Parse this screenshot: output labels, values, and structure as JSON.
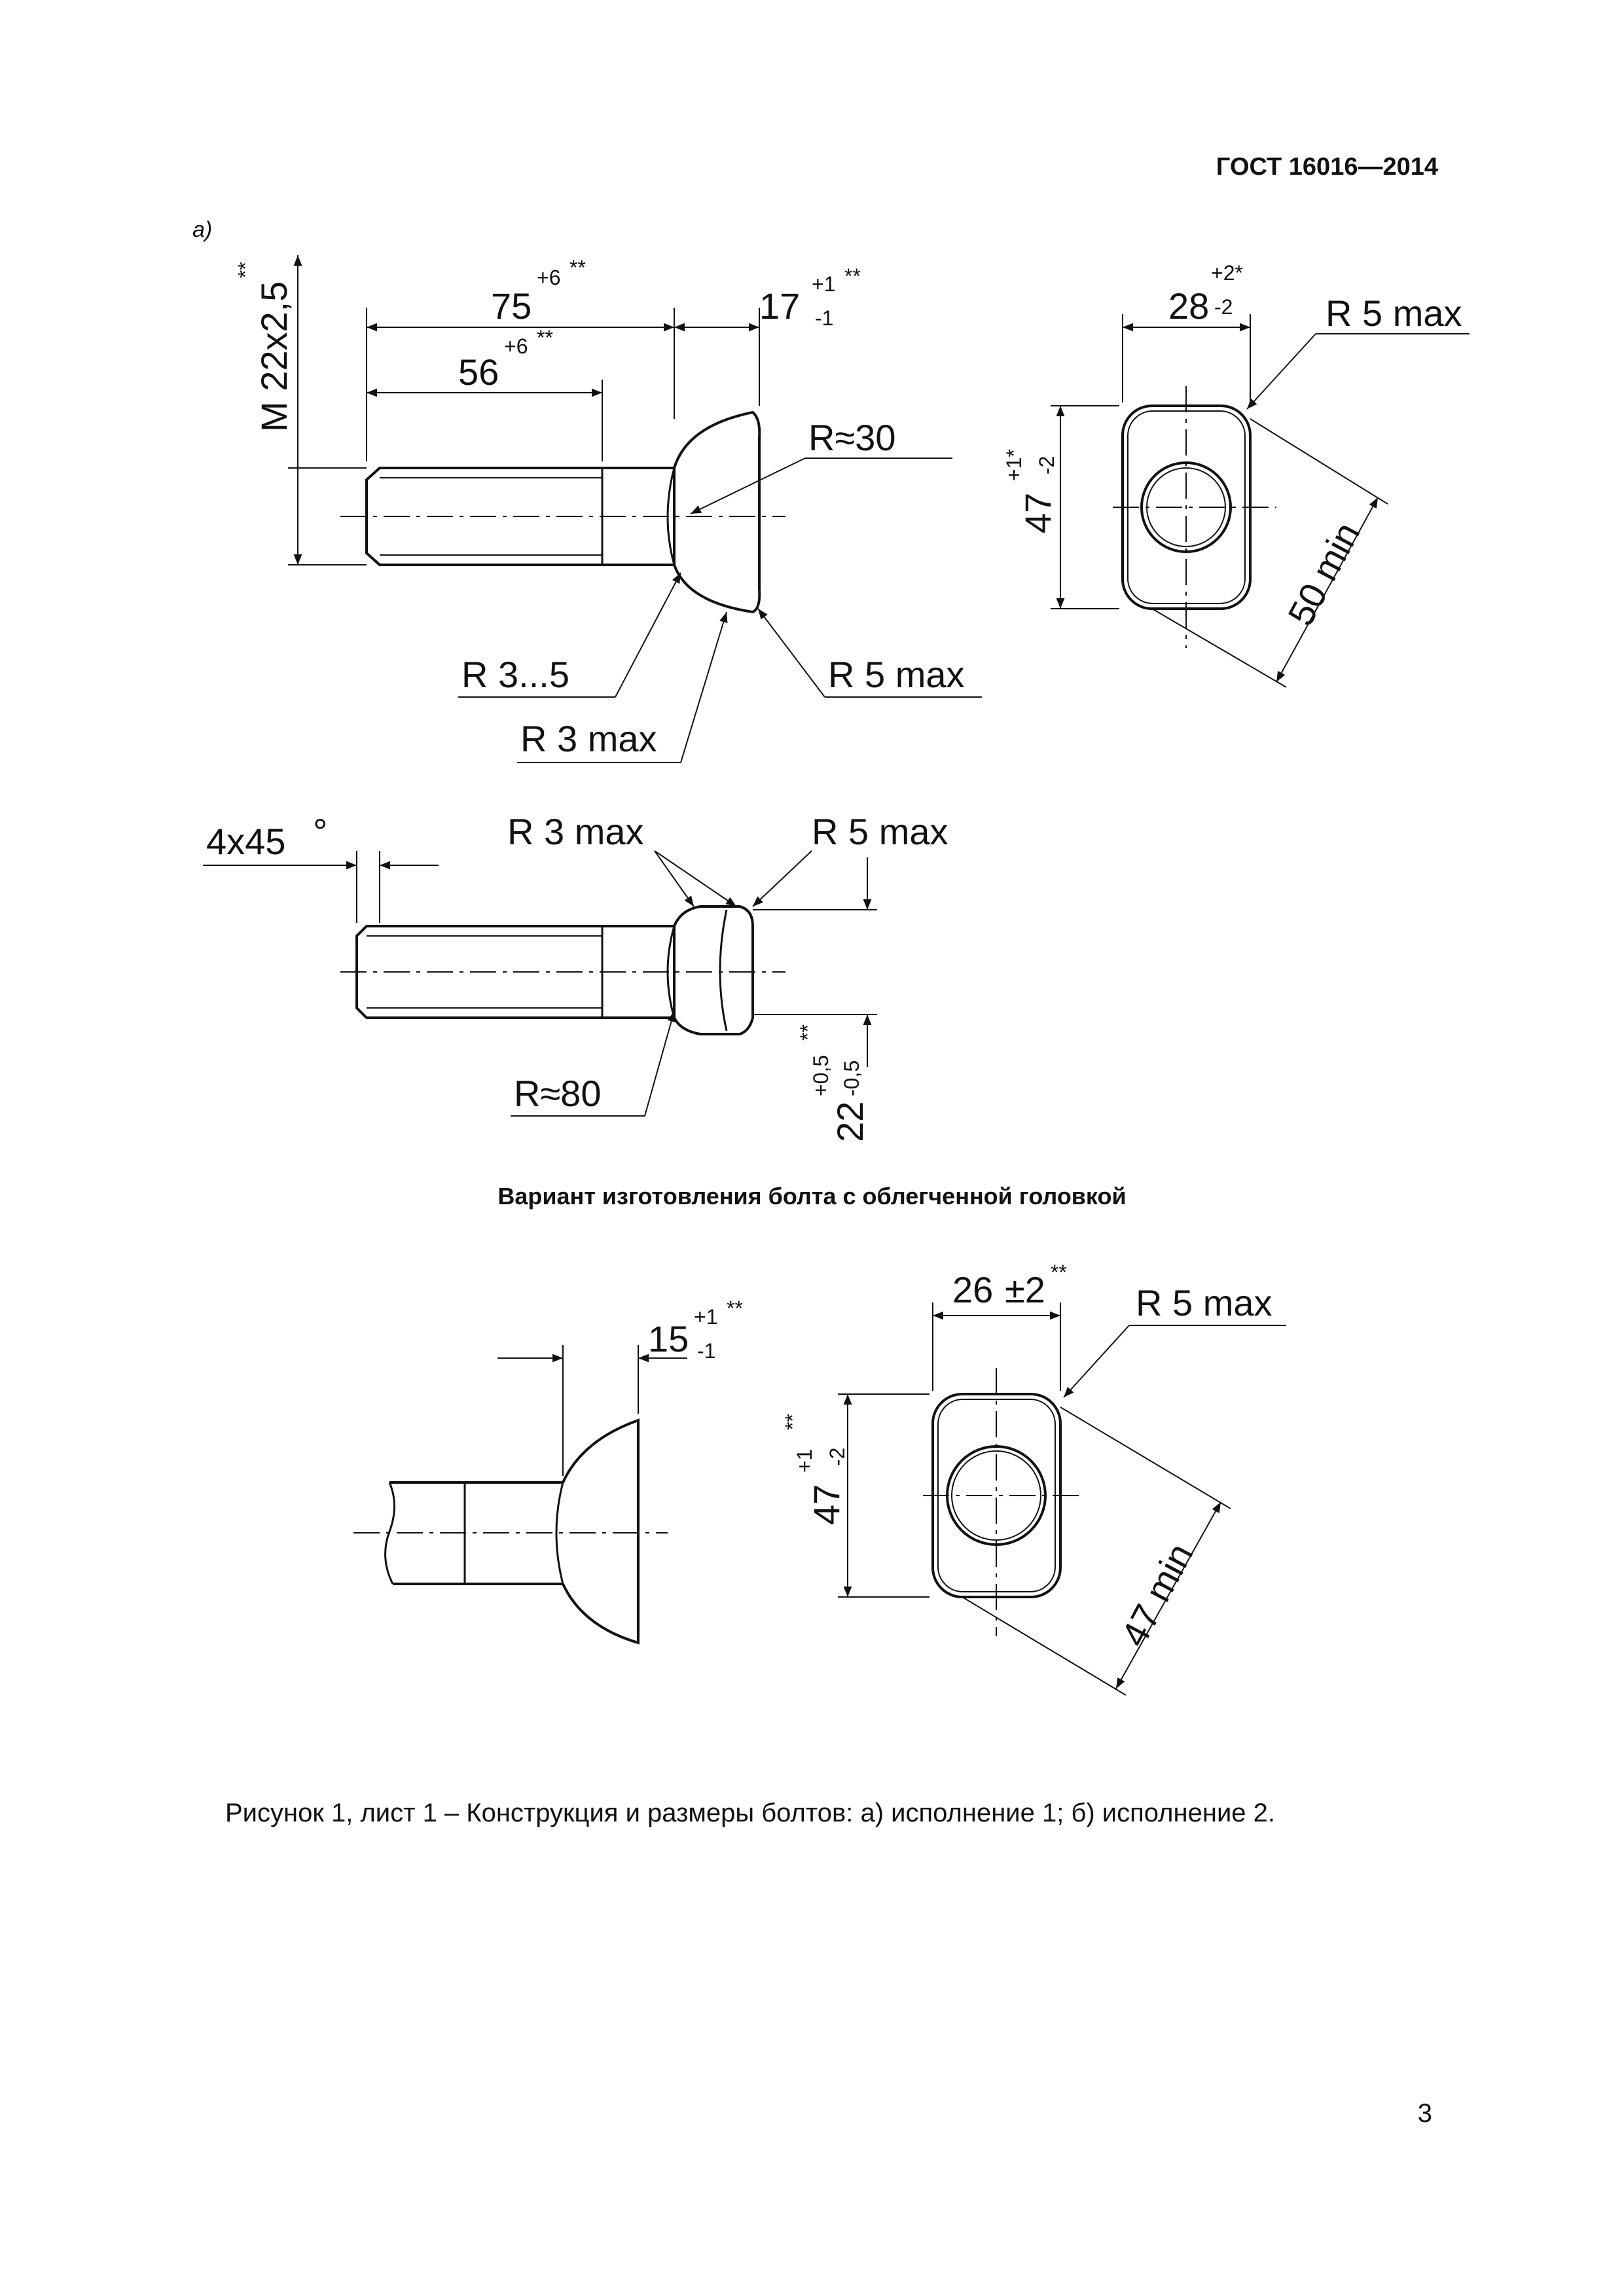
{
  "header": {
    "document_code": "ГОСТ 16016—2014"
  },
  "figure_a": {
    "variant_label": "а)",
    "thread": "М 22х2,5",
    "thread_tolerance": "**",
    "length_75": "75",
    "tol_75": "+6",
    "tol_75_mark": "**",
    "length_56": "56",
    "tol_56": "+6",
    "tol_56_mark": "**",
    "head_17": "17",
    "tol_17_upper": "+1",
    "tol_17_mark": "**",
    "tol_17_lower": "-1",
    "radius_30": "R≈30",
    "radius_3_5": "R 3...5",
    "radius_5_max": "R 5 max",
    "radius_3_max": "R 3 max",
    "head_width_28": "28",
    "tol_28_upper": "+2*",
    "tol_28_lower": "-2",
    "head_height_47": "47",
    "tol_47_upper": "+1*",
    "tol_47_lower": "-2",
    "diag_50": "50 min",
    "chamfer": "4х45",
    "degree": "°",
    "side_r3": "R 3 max",
    "side_r5": "R 5 max",
    "radius_80": "R≈80",
    "height_22": "22",
    "tol_22_upper": "+0,5",
    "tol_22_mark": "**",
    "tol_22_lower": "-0,5"
  },
  "section_title": "Вариант изготовления болта с облегченной головкой",
  "figure_b": {
    "head_15": "15",
    "tol_15_upper": "+1",
    "tol_15_mark": "**",
    "tol_15_lower": "-1",
    "head_width_26": "26",
    "tol_26": "±2",
    "tol_26_mark": "**",
    "radius_5_max": "R 5 max",
    "head_height_47": "47",
    "tol_47_upper": "+1",
    "tol_47_mark": "**",
    "tol_47_lower": "-2",
    "diag_47": "47 min"
  },
  "caption": "Рисунок 1, лист 1 – Конструкция и размеры болтов: а) исполнение 1; б) исполнение 2.",
  "page_number": "3"
}
